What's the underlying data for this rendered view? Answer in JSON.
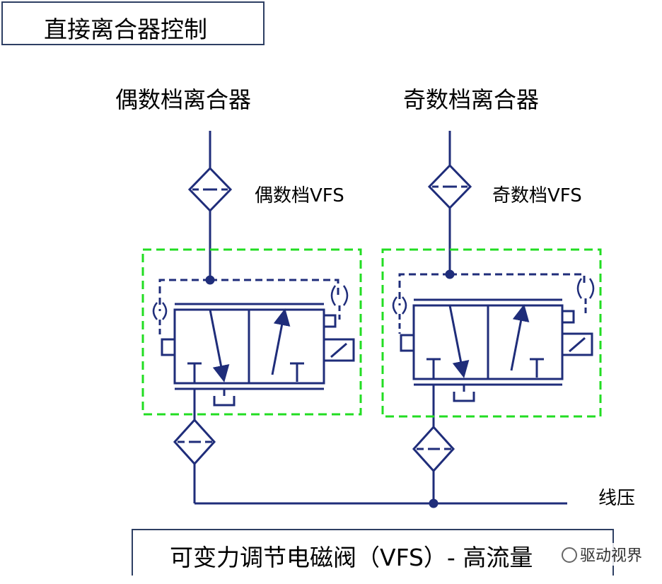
{
  "title": "直接离合器控制",
  "even_clutch_label": "偶数档离合器",
  "odd_clutch_label": "奇数档离合器",
  "even_vfs_label": "偶数档VFS",
  "odd_vfs_label": "奇数档VFS",
  "line_pressure_label": "线压",
  "bottom_caption": "可变力调节电磁阀（VFS）- 高流量",
  "watermark": "驱动视界",
  "colors": {
    "line": "#1f2d7a",
    "dash_green": "#22dd22",
    "border": "#2e3f63"
  }
}
